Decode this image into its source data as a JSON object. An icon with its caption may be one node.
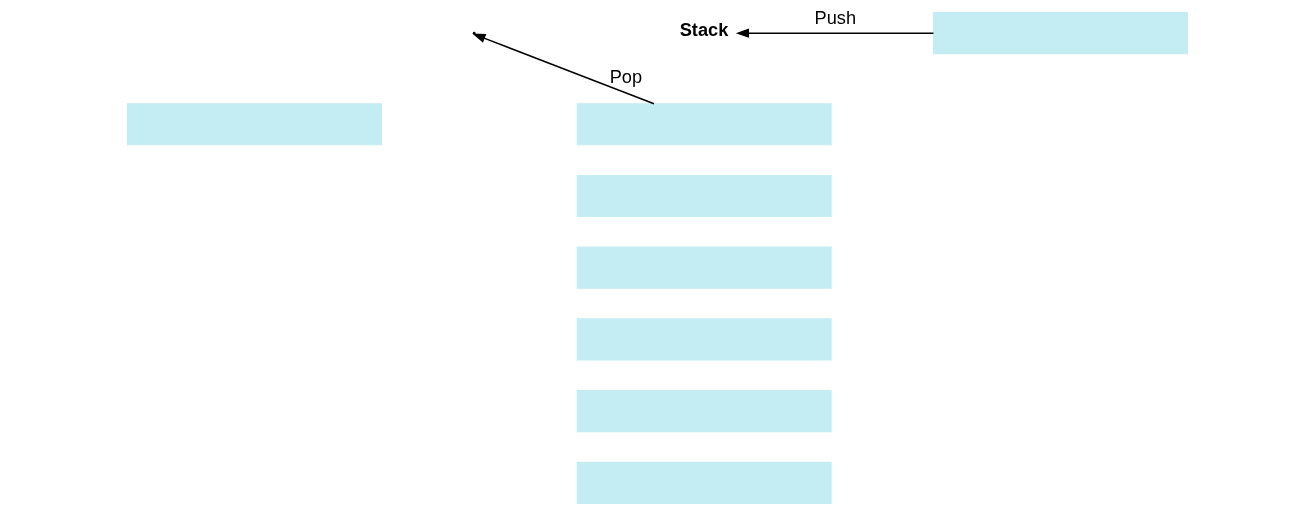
{
  "diagram": {
    "nodes": [
      {
        "text": [
          "Stack"
        ]
      },
      {
        "text": [],
        "shape": "box"
      },
      {
        "text": [],
        "shape": "box"
      },
      {
        "text": [],
        "shape": "box"
      },
      {
        "text": [],
        "shape": "box"
      },
      {
        "text": [],
        "shape": "box"
      },
      {
        "text": [],
        "shape": "box"
      },
      {
        "text": [],
        "shape": "box"
      },
      {
        "text": [],
        "shape": "box"
      }
    ],
    "edges": [
      {
        "from": 1,
        "to": 0,
        "arrow": "to",
        "label": "Push"
      },
      {
        "from": 2,
        "to": null,
        "arrow": "to",
        "label": "Pop"
      }
    ]
  }
}
